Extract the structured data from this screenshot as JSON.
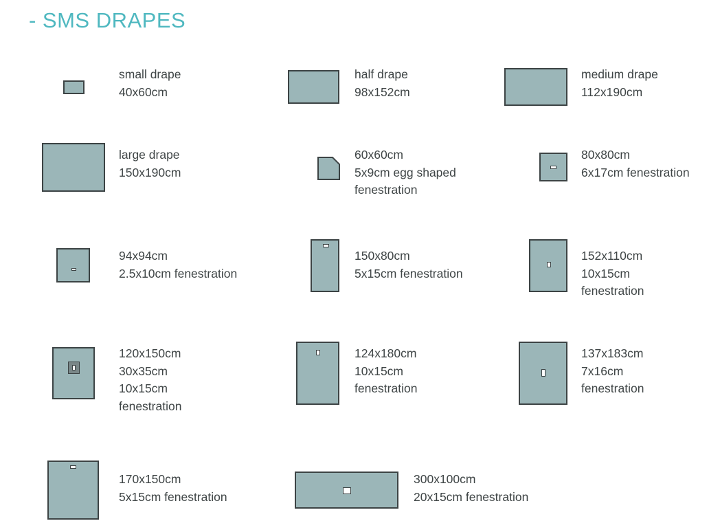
{
  "title": "- SMS DRAPES",
  "drapes": [
    {
      "lines": [
        "small drape",
        "40x60cm"
      ]
    },
    {
      "lines": [
        "half drape",
        "98x152cm"
      ]
    },
    {
      "lines": [
        "medium drape",
        "112x190cm"
      ]
    },
    {
      "lines": [
        "large drape",
        "150x190cm"
      ]
    },
    {
      "lines": [
        "60x60cm",
        "5x9cm egg shaped",
        "fenestration"
      ]
    },
    {
      "lines": [
        "80x80cm",
        "6x17cm fenestration"
      ]
    },
    {
      "lines": [
        "94x94cm",
        "2.5x10cm fenestration"
      ]
    },
    {
      "lines": [
        "150x80cm",
        "5x15cm fenestration"
      ]
    },
    {
      "lines": [
        "152x110cm",
        "10x15cm",
        "fenestration"
      ]
    },
    {
      "lines": [
        "120x150cm",
        "30x35cm",
        "10x15cm",
        "fenestration"
      ]
    },
    {
      "lines": [
        "124x180cm",
        "10x15cm",
        "fenestration"
      ]
    },
    {
      "lines": [
        "137x183cm",
        "7x16cm",
        "fenestration"
      ]
    },
    {
      "lines": [
        "170x150cm",
        "5x15cm fenestration"
      ]
    },
    {
      "lines": [
        "300x100cm",
        "20x15cm fenestration"
      ]
    }
  ]
}
